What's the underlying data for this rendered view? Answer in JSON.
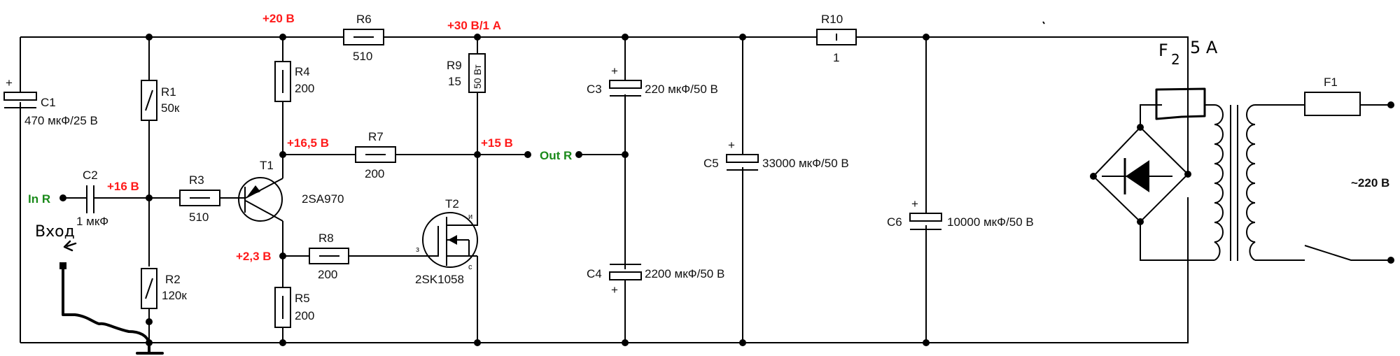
{
  "diagram": {
    "title": "Power supply / amplifier stage schematic",
    "colors": {
      "voltage": "#ff1a1a",
      "io": "#1a8a1a",
      "wire": "#000000"
    },
    "voltages": {
      "v20": "+20 В",
      "v30": "+30 В/1 А",
      "v16_5": "+16,5 В",
      "v15": "+15 В",
      "v16": "+16 В",
      "v2_3": "+2,3 В",
      "ac": "~220 В"
    },
    "io": {
      "in": "In R",
      "out": "Out R"
    },
    "handwritten": {
      "input": "Вход",
      "fuse2": "F",
      "fuse2_sub": "2",
      "fuse2_rating": "5 A"
    },
    "components": {
      "C1": {
        "ref": "C1",
        "value": "470 мкФ/25 В",
        "polarity": "+"
      },
      "C2": {
        "ref": "C2",
        "value": "1 мкФ"
      },
      "C3": {
        "ref": "C3",
        "value": "220 мкФ/50 В",
        "polarity": "+"
      },
      "C4": {
        "ref": "C4",
        "value": "2200 мкФ/50 В",
        "polarity": "+"
      },
      "C5": {
        "ref": "C5",
        "value": "33000 мкФ/50 В",
        "polarity": "+"
      },
      "C6": {
        "ref": "C6",
        "value": "10000 мкФ/50 В",
        "polarity": "+"
      },
      "R1": {
        "ref": "R1",
        "value": "50к"
      },
      "R2": {
        "ref": "R2",
        "value": "120к"
      },
      "R3": {
        "ref": "R3",
        "value": "510"
      },
      "R4": {
        "ref": "R4",
        "value": "200"
      },
      "R5": {
        "ref": "R5",
        "value": "200"
      },
      "R6": {
        "ref": "R6",
        "value": "510"
      },
      "R7": {
        "ref": "R7",
        "value": "200"
      },
      "R8": {
        "ref": "R8",
        "value": "200"
      },
      "R9": {
        "ref": "R9",
        "value": "15",
        "power": "50 Вт"
      },
      "R10": {
        "ref": "R10",
        "value": "1"
      },
      "T1": {
        "ref": "T1",
        "part": "2SA970"
      },
      "T2": {
        "ref": "T2",
        "part": "2SK1058",
        "pin_d": "и",
        "pin_g": "з",
        "pin_s": "с"
      },
      "F1": {
        "ref": "F1"
      }
    }
  }
}
